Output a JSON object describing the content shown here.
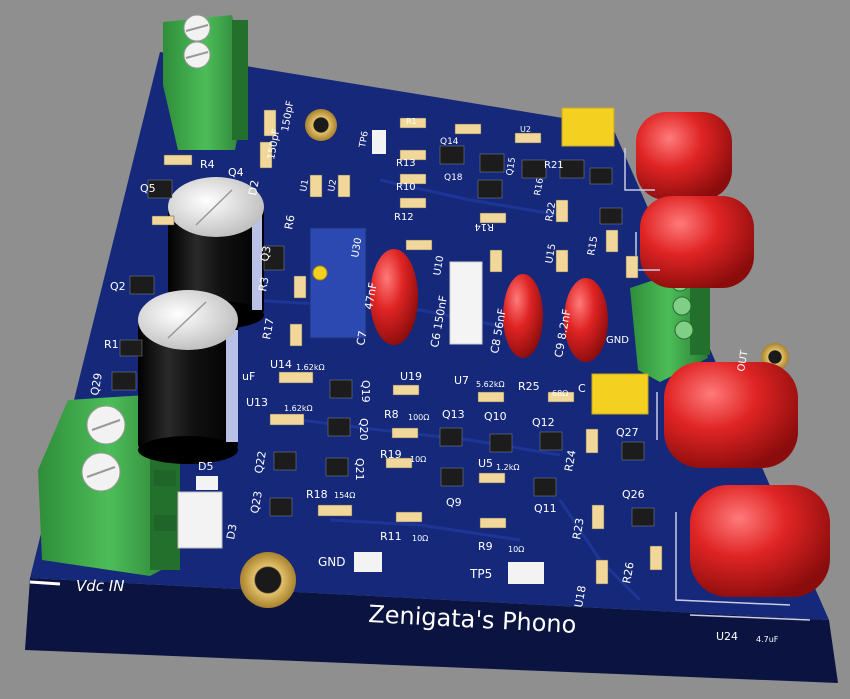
{
  "title": "Zenigata's Phono",
  "colors": {
    "background": "#8f8f8f",
    "board_top": "#15287a",
    "board_side": "#0b1440",
    "silkscreen": "#ffffff",
    "terminal": "#3aa84a",
    "film_cap": "#d61c1c",
    "ceramic_cap": "#f4d020",
    "electrolytic": "#111111",
    "pad": "#c9a24a",
    "trimmer": "#2b49b0"
  },
  "labels": {
    "r4": "R4",
    "q4": "Q4",
    "q5": "Q5",
    "d2": "D2",
    "c150pf_a": "150pF",
    "c150pf_b": "150pF",
    "tp6": "TP6",
    "u1": "U1",
    "u2": "U2",
    "r6": "R6",
    "q3": "Q3",
    "r3": "R3",
    "q2": "Q2",
    "r1": "R1",
    "q29": "Q29",
    "r17": "R17",
    "c7_47nf": "47nF",
    "c7": "C7",
    "u30": "U30",
    "u10": "U10",
    "c6_150nf": "C6 150nF",
    "c8_56nf": "C8 56nF",
    "c9_82nf": "C9 8.2nF",
    "u15": "U15",
    "r15": "R15",
    "gnd_out": "GND",
    "out": "OUT",
    "r13": "R13",
    "r10": "R10",
    "r12": "R12",
    "q14": "Q14",
    "q18": "Q18",
    "r14": "R14",
    "q15": "Q15",
    "r16": "R16",
    "r21": "R21",
    "r22": "R22",
    "u14": "U14",
    "u14_val": "1.62kΩ",
    "u13": "U13",
    "u13_val": "1.62kΩ",
    "q19": "Q19",
    "q20": "Q20",
    "q21": "Q21",
    "q22": "Q22",
    "q23": "Q23",
    "u19": "U19",
    "r8": "R8",
    "r8_val": "100Ω",
    "q13": "Q13",
    "u7": "U7",
    "u7_val": "5.62kΩ",
    "q10": "Q10",
    "r25": "R25",
    "r25_val": "68Ω",
    "q12": "Q12",
    "r19": "R19",
    "r19_val": "10Ω",
    "u5": "U5",
    "u5_val": "1.2kΩ",
    "q9": "Q9",
    "q11": "Q11",
    "r18": "R18",
    "r18_val": "154Ω",
    "r11": "R11",
    "r11_val": "10Ω",
    "r9": "R9",
    "r9_val": "10Ω",
    "r24": "R24",
    "r23": "R23",
    "q27": "Q27",
    "q26": "Q26",
    "u18": "U18",
    "r26": "R26",
    "u24": "U24",
    "u24_val": "4.7uF",
    "d5": "D5",
    "d3": "D3",
    "gnd": "GND",
    "tp5": "TP5",
    "vdc_in": "Vdc IN",
    "uf": "uF",
    "c_frag": "C",
    "r1_frag": "R1",
    "u2_frag": "U2"
  }
}
